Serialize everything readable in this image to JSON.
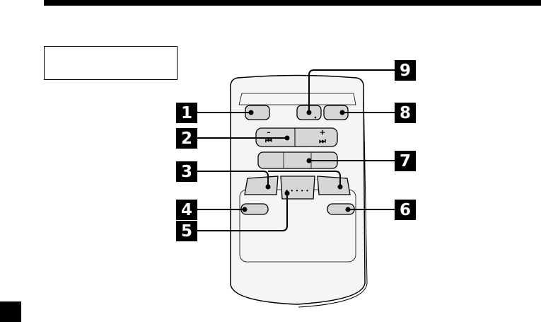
{
  "callouts": {
    "c1": "1",
    "c2": "2",
    "c3": "3",
    "c4": "4",
    "c5": "5",
    "c6": "6",
    "c7": "7",
    "c8": "8",
    "c9": "9"
  },
  "remote": {
    "minus_sign": "–",
    "plus_sign": "+",
    "prev_track_glyph": "⏮",
    "next_track_glyph": "⏭",
    "indicator_dots": "• • • • •"
  },
  "colors": {
    "ink": "#000000",
    "remote_body": "#f5f5f5",
    "button_fill": "#d6d6d6",
    "callout_fill": "#000000",
    "callout_text": "#ffffff"
  }
}
